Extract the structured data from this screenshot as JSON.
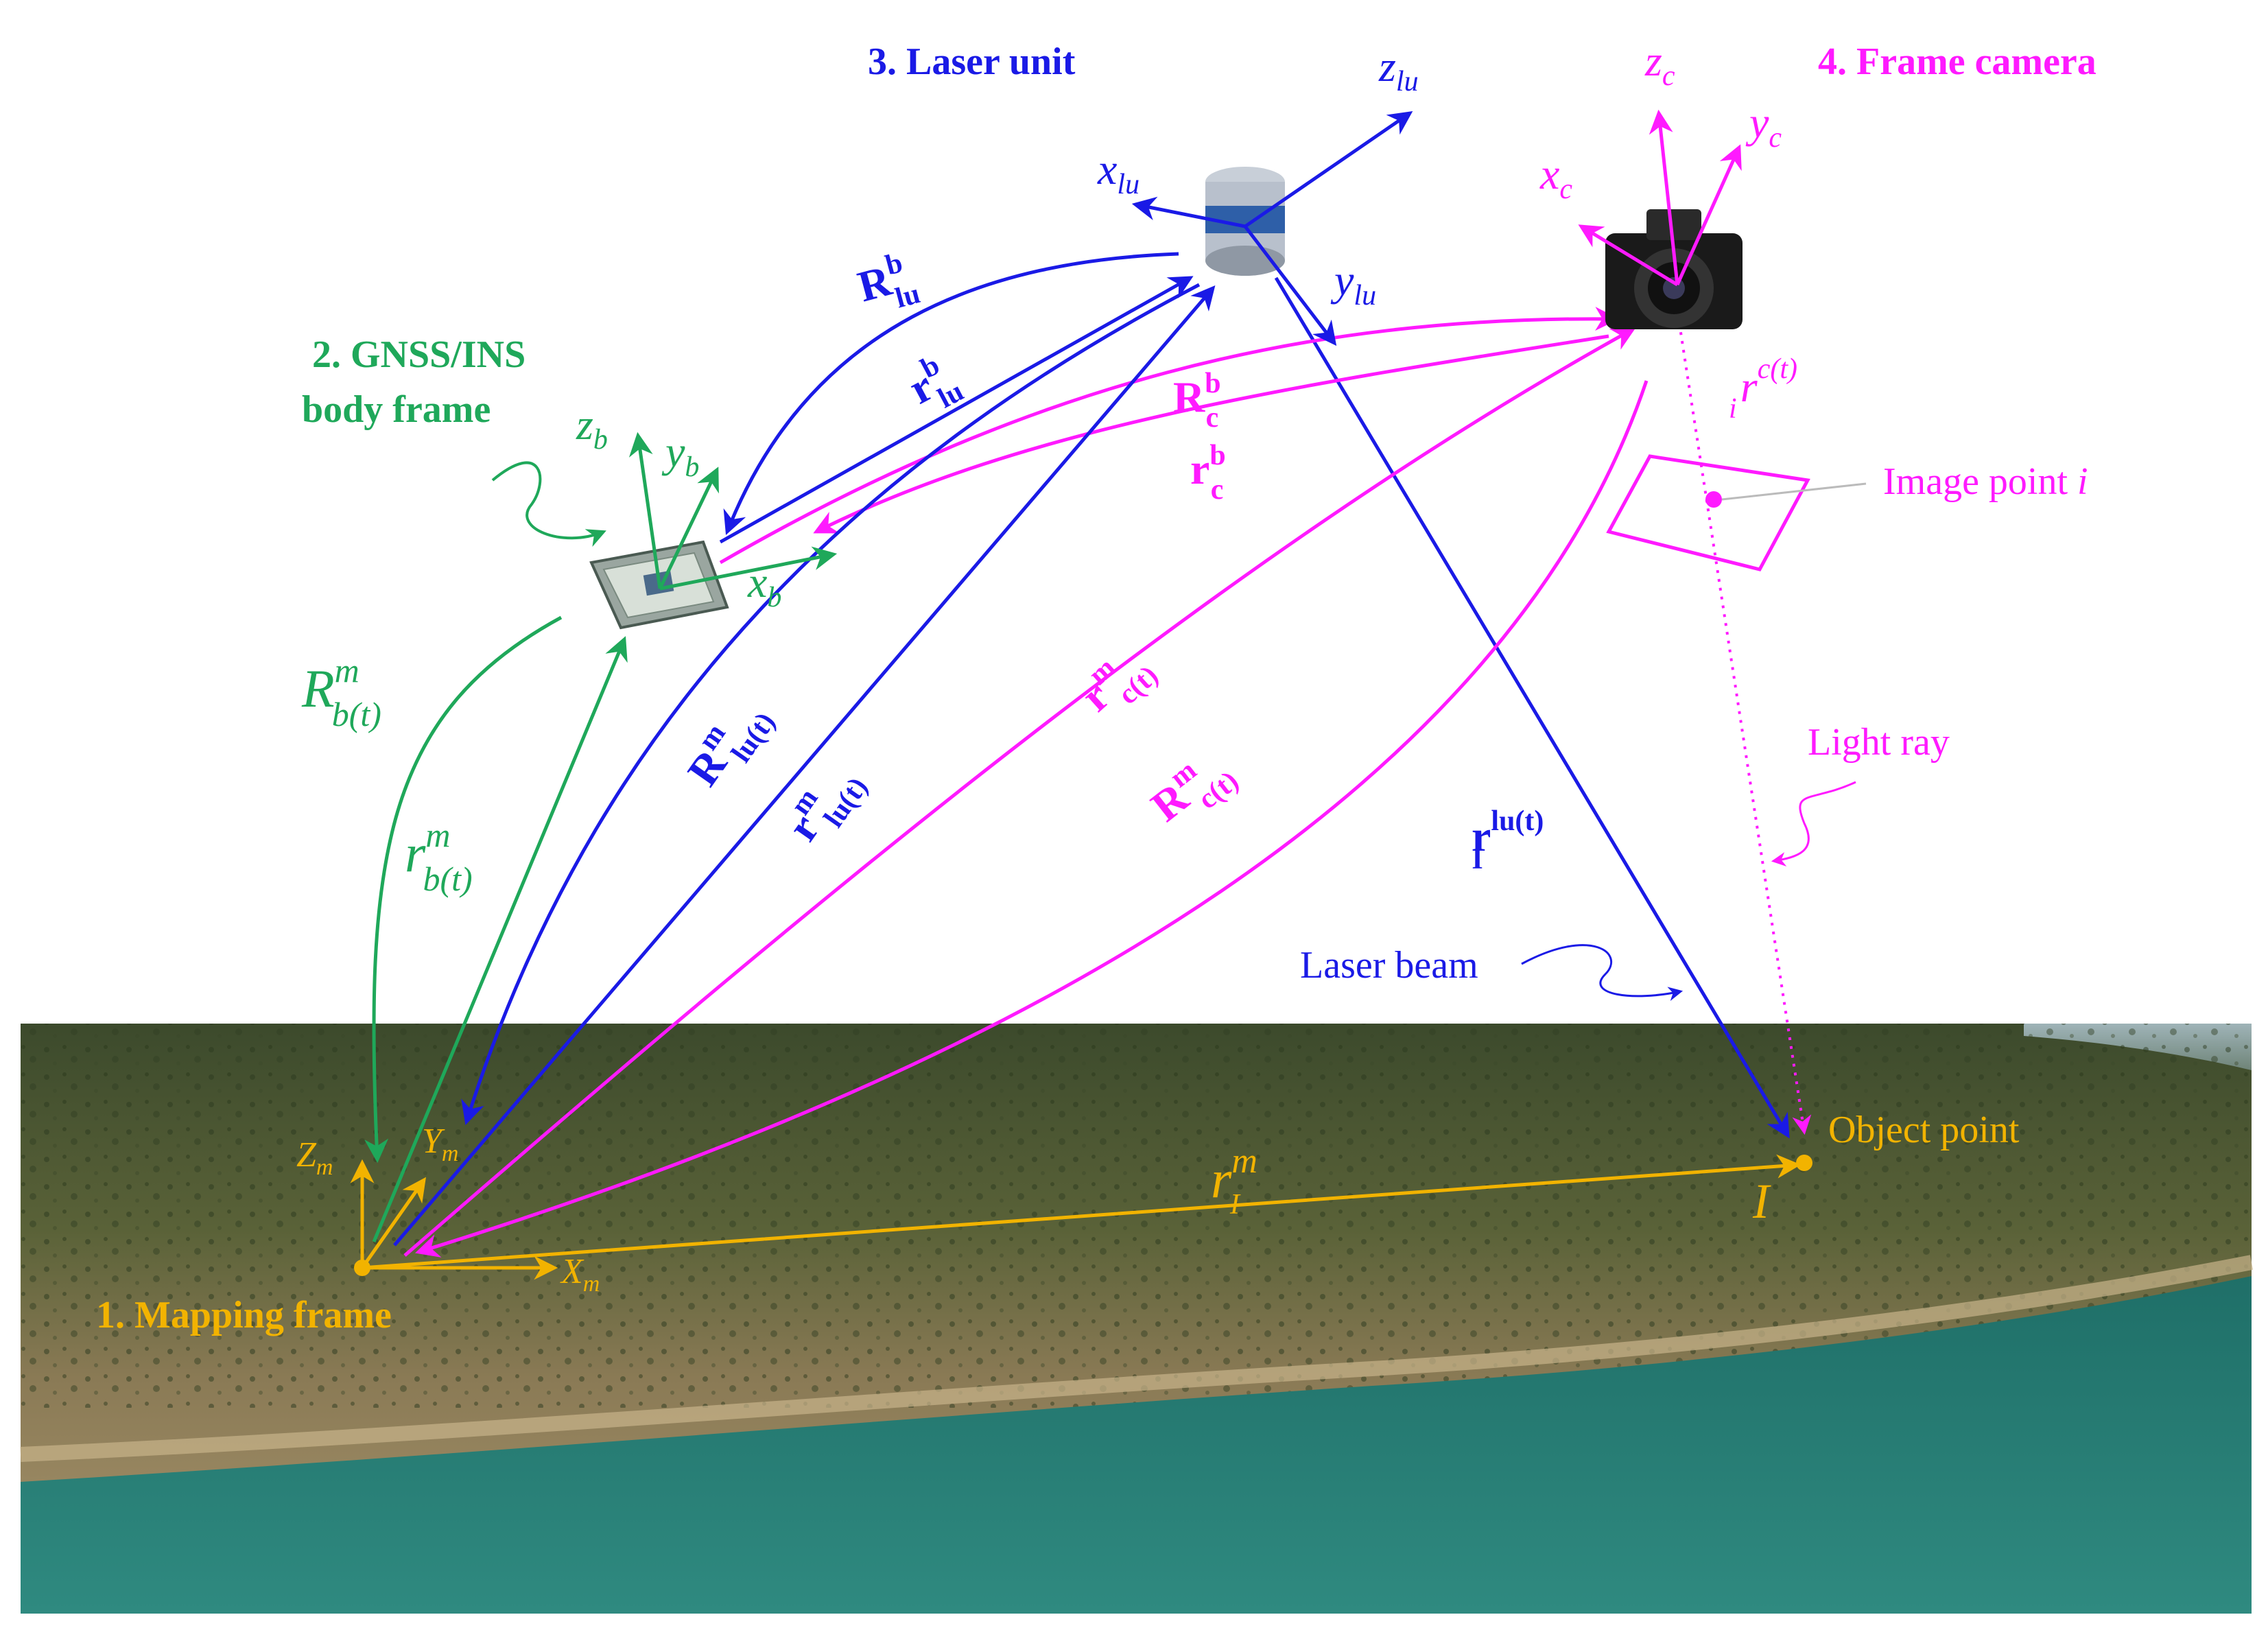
{
  "colors": {
    "mapping": "#f2b300",
    "gnss": "#1fa85a",
    "laser": "#1a1ae6",
    "camera": "#ff1aff",
    "label_gray": "#1a1ae6"
  },
  "frames": {
    "mapping_title": "1. Mapping frame",
    "gnss_title_line1": "2. GNSS/INS",
    "gnss_title_line2": "body frame",
    "laser_title": "3. Laser unit",
    "camera_title": "4. Frame camera"
  },
  "axes": {
    "mapping": {
      "z": "Z",
      "z_sub": "m",
      "y": "Y",
      "y_sub": "m",
      "x": "X",
      "x_sub": "m"
    },
    "body": {
      "z": "z",
      "z_sub": "b",
      "y": "y",
      "y_sub": "b",
      "x": "x",
      "x_sub": "b"
    },
    "laser": {
      "z": "z",
      "z_sub": "lu",
      "y": "y",
      "y_sub": "lu",
      "x": "x",
      "x_sub": "lu"
    },
    "camera": {
      "z": "z",
      "z_sub": "c",
      "y": "y",
      "y_sub": "c",
      "x": "x",
      "x_sub": "c"
    }
  },
  "vectors": {
    "R_b_m": {
      "base": "R",
      "sup": "m",
      "sub": "b(t)"
    },
    "r_b_m": {
      "base": "r",
      "sup": "m",
      "sub": "b(t)"
    },
    "R_lu_b": {
      "base": "R",
      "sup": "b",
      "sub": "lu"
    },
    "r_lu_b": {
      "base": "r",
      "sup": "b",
      "sub": "lu"
    },
    "R_c_b": {
      "base": "R",
      "sup": "b",
      "sub": "c"
    },
    "r_c_b": {
      "base": "r",
      "sup": "b",
      "sub": "c"
    },
    "R_lu_m": {
      "base": "R",
      "sup": "m",
      "sub": "lu(t)"
    },
    "r_lu_m": {
      "base": "r",
      "sup": "m",
      "sub": "lu(t)"
    },
    "r_c_m": {
      "base": "r",
      "sup": "m",
      "sub": "c(t)"
    },
    "R_c_m": {
      "base": "R",
      "sup": "m",
      "sub": "c(t)"
    },
    "r_I_lu": {
      "base": "r",
      "sup": "lu(t)",
      "sub": "I"
    },
    "r_I_m": {
      "base": "r",
      "sup": "m",
      "sub": "I"
    },
    "r_i_c": {
      "base": "r",
      "sup": "c(t)",
      "sub": "i"
    }
  },
  "annotations": {
    "image_point": "Image point ",
    "image_point_i": "i",
    "light_ray": "Light ray",
    "laser_beam": "Laser beam",
    "object_point": "Object point",
    "object_I": "I"
  }
}
